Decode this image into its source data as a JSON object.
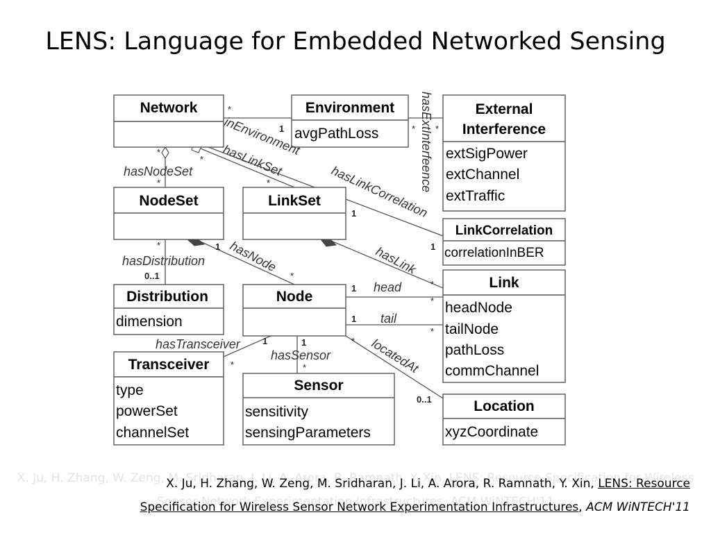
{
  "slide": {
    "title": "LENS: Language for Embedded Networked Sensing"
  },
  "classes": {
    "network": {
      "name": "Network",
      "attrs": []
    },
    "environment": {
      "name": "Environment",
      "attrs": [
        "avgPathLoss"
      ]
    },
    "external_interference": {
      "name_line1": "External",
      "name_line2": "Interference",
      "attrs": [
        "extSigPower",
        "extChannel",
        "extTraffic"
      ]
    },
    "nodeset": {
      "name": "NodeSet",
      "attrs": []
    },
    "linkset": {
      "name": "LinkSet",
      "attrs": []
    },
    "linkcorrelation": {
      "name": "LinkCorrelation",
      "attrs": [
        "correlationInBER"
      ]
    },
    "distribution": {
      "name": "Distribution",
      "attrs": [
        "dimension"
      ]
    },
    "node": {
      "name": "Node",
      "attrs": []
    },
    "link": {
      "name": "Link",
      "attrs": [
        "headNode",
        "tailNode",
        "pathLoss",
        "commChannel"
      ]
    },
    "transceiver": {
      "name": "Transceiver",
      "attrs": [
        "type",
        "powerSet",
        "channelSet"
      ]
    },
    "sensor": {
      "name": "Sensor",
      "attrs": [
        "sensitivity",
        "sensingParameters"
      ]
    },
    "location": {
      "name": "Location",
      "attrs": [
        "xyzCoordinate"
      ]
    }
  },
  "relations": {
    "inEnvironment": "inEnvironment",
    "hasExtInterference": "hasExtInterfeence",
    "hasNodeSet": "hasNodeSet",
    "hasLinkSet": "hasLinkSet",
    "hasLinkCorrelation": "hasLinkCorrelation",
    "hasDistribution": "hasDistribution",
    "hasNode": "hasNode",
    "hasLink": "hasLink",
    "head": "head",
    "tail": "tail",
    "hasTransceiver": "hasTransceiver",
    "hasSensor": "hasSensor",
    "locatedAt": "locatedAt"
  },
  "multiplicities": {
    "many": "*",
    "one": "1",
    "zero_one": "0..1"
  },
  "citation": {
    "authors": "X. Ju, H. Zhang, W. Zeng, M. Sridharan, J. Li, A. Arora, R. Ramnath, Y. Xin,",
    "paper_title_part1": "LENS: Resource",
    "paper_title_part2": "Specification for Wireless Sensor Network Experimentation Infrastructures",
    "separator": ",",
    "venue": "ACM WiNTECH'11"
  }
}
